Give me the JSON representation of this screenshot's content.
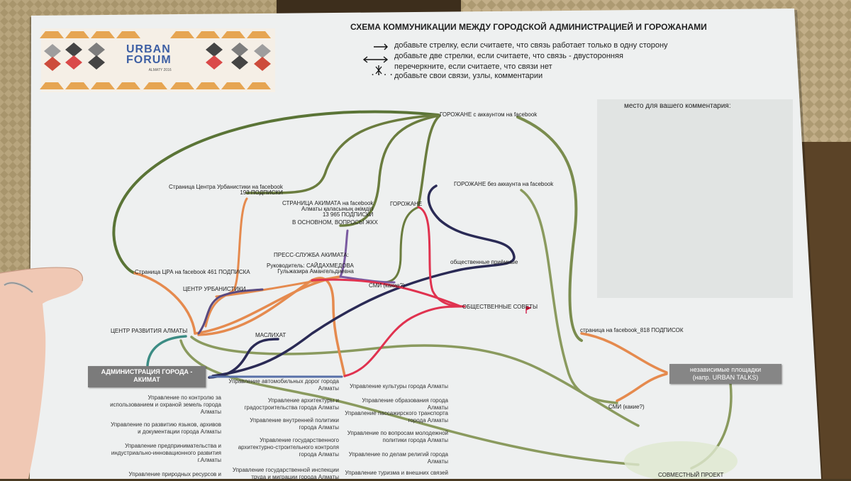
{
  "header": {
    "title": "СХЕМА КОММУНИКАЦИИ МЕЖДУ ГОРОДСКОЙ АДМИНИСТРАЦИЕЙ И ГОРОЖАНАМИ",
    "logo_line1": "URBAN",
    "logo_line2": "FORUM",
    "logo_sub": "ALMATY 2016"
  },
  "legend": [
    {
      "symbol": "→",
      "text": "добавьте стрелку, если считаете, что связь работает только в одну сторону"
    },
    {
      "symbol": "↔",
      "text": "добавьте две стрелки, если считаете, что связь - двусторонняя"
    },
    {
      "symbol": "✕",
      "text": "перечеркните, если считаете, что связи нет"
    },
    {
      "symbol": "· · · ·",
      "text": "добавьте свои связи, узлы, комментарии"
    }
  ],
  "comment_box": {
    "label": "место для вашего комментария:"
  },
  "nodes": {
    "citizens_fb": "ГОРОЖАНЕ с аккаунтом на facebook",
    "citizens_nofb": "ГОРОЖАНЕ без аккаунта на facebook",
    "citizens": "ГОРОЖАНЕ",
    "cur_page": [
      "Страница Центра Урбанистики на facebook",
      "193 ПОДПИСКИ"
    ],
    "akimat_page": [
      "СТРАНИЦА АКИМАТА на facebook",
      "Алматы қаласының әкімдігі",
      "13 965 ПОДПИСКИ"
    ],
    "mostly": "В ОСНОВНОМ, ВОПРОСЫ ЖКХ",
    "press": "ПРЕСС-СЛУЖБА АКИМАТА:",
    "press_head": [
      "Руководитель: САЙДАХМЕДОВА",
      "Гульжазира Амангельдиевна"
    ],
    "media1": "СМИ (какие?)",
    "cra_page": "Страница ЦРА на facebook 461 ПОДПИСКА",
    "urban_center": "ЦЕНТР УРБАНИСТИКИ",
    "public_rooms": "общественные приёмные",
    "public_councils": "ОБЩЕСТВЕННЫЕ СОВЕТЫ",
    "cra": "ЦЕНТР РАЗВИТИЯ АЛМАТЫ",
    "maslikhat": "МАСЛИХАТ",
    "admin": "АДМИНИСТРАЦИЯ ГОРОДА - АКИМАТ",
    "fb_818": "страница на facebook_818 ПОДПИСОК",
    "independent": [
      "независимые площадки",
      "(напр. URBAN TALKS)"
    ],
    "media2": "СМИ (какие?)",
    "joint": "СОВМЕСТНЫЙ ПРОЕКТ"
  },
  "departments": {
    "col1": [
      "Управление по контролю за использованием и охраной земель города Алматы",
      "Управление по развитию языков, архивов и документации города Алматы",
      "Управление предпринимательства и индустриально-инновационного развития г.Алматы",
      "Управление природных ресурсов и"
    ],
    "col2": [
      "Управление автомобильных дорог города Алматы",
      "Управление архитектуры и градостроительства города Алматы",
      "Управление внутренней политики города Алматы",
      "Управление государственного архитектурно-строительного контроля города Алматы",
      "Управление государственной инспекции труда и миграции города Алматы"
    ],
    "col3": [
      "Управление культуры города Алматы",
      "Управление образования города Алматы",
      "Управление пассажирского транспорта города Алматы",
      "Управление по вопросам молодежной политики города Алматы",
      "Управление по делам религий города Алматы",
      "Управление туризма и внешних связей"
    ]
  },
  "colors": {
    "olive": "#7a8c4e",
    "dark_green": "#5a7436",
    "orange": "#e58a4e",
    "navy": "#2a2a55",
    "red": "#e0324f",
    "purple": "#7a5aa0",
    "teal": "#3c8c84",
    "box_gray": "#7b7b7b"
  }
}
